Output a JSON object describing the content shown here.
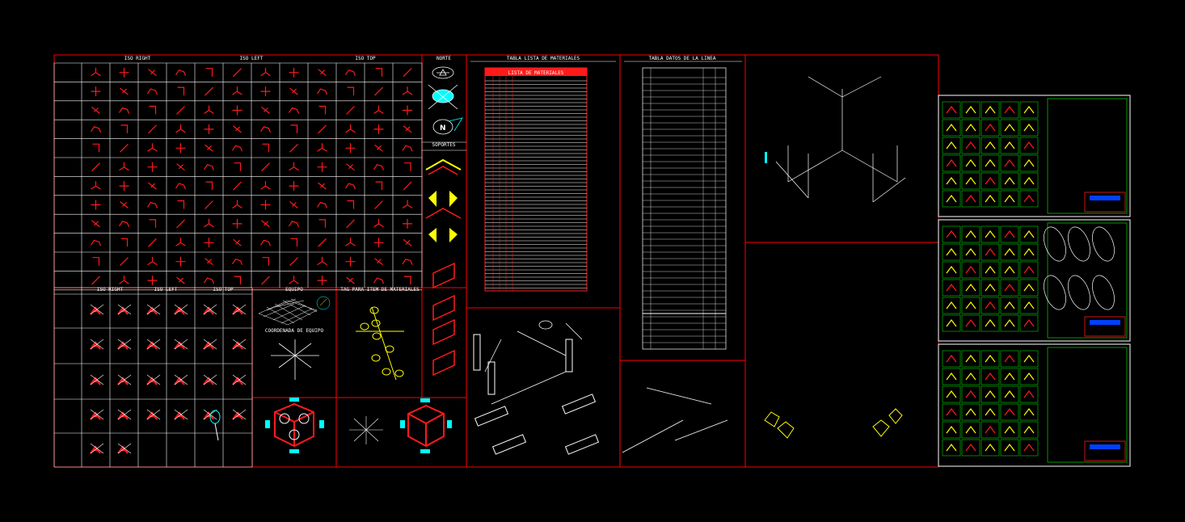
{
  "colors": {
    "background": "#000000",
    "frame": "#ff0000",
    "grid": "#ffffff",
    "symbol_red": "#ff1a1a",
    "symbol_yellow": "#ffff00",
    "symbol_green": "#00ff00",
    "symbol_cyan": "#00ffff",
    "frame_white": "#ffffff"
  },
  "table1": {
    "iso_right": "ISO RIGHT",
    "iso_left": "ISO LEFT",
    "iso_top": "ISO TOP",
    "norte": "NORTE",
    "soportes": "SOPORTES",
    "north_letter": "N"
  },
  "table2": {
    "iso_right": "ISO RIGHT",
    "iso_left": "ISO LEFT",
    "iso_top": "ISO TOP",
    "equipo": "EQUIPO",
    "coordenada": "COORDENADA DE EQUIPO",
    "tag_materiales": "TAG PARA ITEM DE MATERIALES"
  },
  "materials": {
    "section_title": "TABLA LISTA DE MATERIALES",
    "box_title": "LISTA DE MATERIALES"
  },
  "line_data": {
    "section_title": "TABLA DATOS DE LA LINEA"
  }
}
